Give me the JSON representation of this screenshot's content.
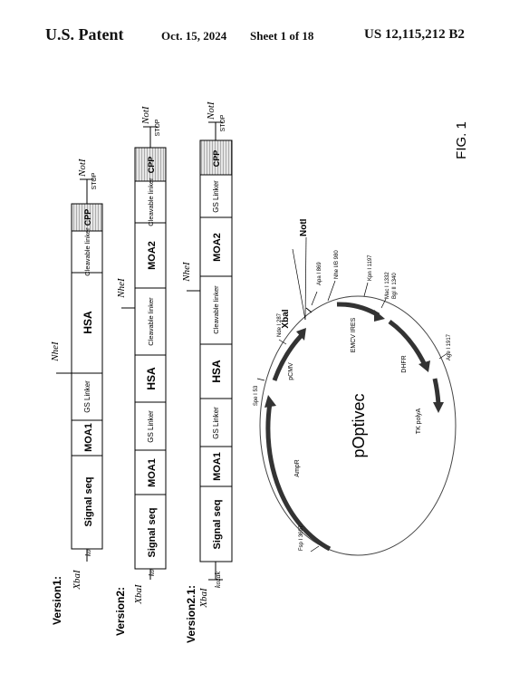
{
  "header": {
    "title": "U.S. Patent",
    "date": "Oct. 15, 2024",
    "sheet": "Sheet 1 of 18",
    "patent_number": "US 12,115,212 B2"
  },
  "figure_label": "FIG. 1",
  "versions": [
    {
      "name": "Version1:",
      "site_left": "XbaI",
      "kozak": "kozak",
      "site_mid": "NheI",
      "site_right": "NotI",
      "stop": "STOP",
      "segments": [
        "Signal seq",
        "MOA1",
        "GS Linker",
        "HSA",
        "Cleavable linker",
        "CPP"
      ]
    },
    {
      "name": "Version2:",
      "site_left": "XbaI",
      "kozak": "kozak",
      "site_mid": "NheI",
      "site_right": "NotI",
      "stop": "STOP",
      "segments": [
        "Signal seq",
        "MOA1",
        "GS Linker",
        "HSA",
        "Cleavable linker",
        "MOA2",
        "Cleavable linker",
        "CPP"
      ]
    },
    {
      "name": "Version2.1:",
      "site_left": "XbaI",
      "kozak": "kozak",
      "site_mid": "NheI",
      "site_right": "NotI",
      "stop": "STOP",
      "segments": [
        "Signal seq",
        "MOA1",
        "GS Linker",
        "HSA",
        "Cleavable linker",
        "MOA2",
        "GS Linker",
        "CPP"
      ]
    }
  ],
  "plasmid": {
    "name": "pOptivec",
    "sites": {
      "noti": "NotI",
      "xbai": "XbaI",
      "apa": "Apa I 869",
      "nhe": "Nhe I/B 980",
      "kpn": "Kpn I 1197",
      "mac": "Mac I 1332",
      "bgl": "Bgl II 1340",
      "age": "Age I 1917",
      "nde": "Nde I 287",
      "spe": "Spe I 53",
      "fsp": "Fsp I 3697"
    },
    "features": {
      "pcmv": "pCMV",
      "emcv": "EMCV IRES",
      "dhfr": "DHFR",
      "tkpolya": "TK polyA",
      "ampr": "AmpR"
    }
  }
}
